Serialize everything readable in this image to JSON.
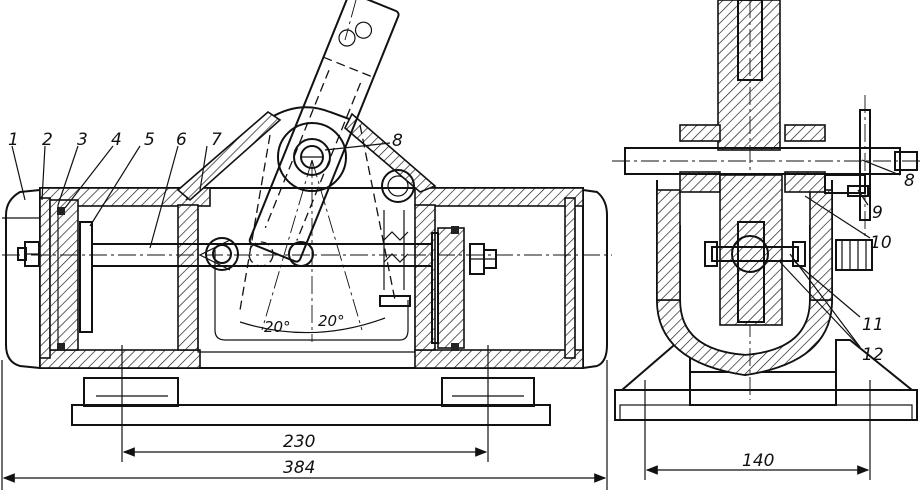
{
  "labels": {
    "n1": "1",
    "n2": "2",
    "n3": "3",
    "n4": "4",
    "n5": "5",
    "n6": "6",
    "n7": "7",
    "n8a": "8",
    "n8b": "8",
    "n9": "9",
    "n10": "10",
    "n11": "11",
    "n12": "12"
  },
  "dimensions": {
    "d230": "230",
    "d384": "384",
    "d140": "140"
  },
  "angles": {
    "a1": "20°",
    "a2": "20°"
  }
}
